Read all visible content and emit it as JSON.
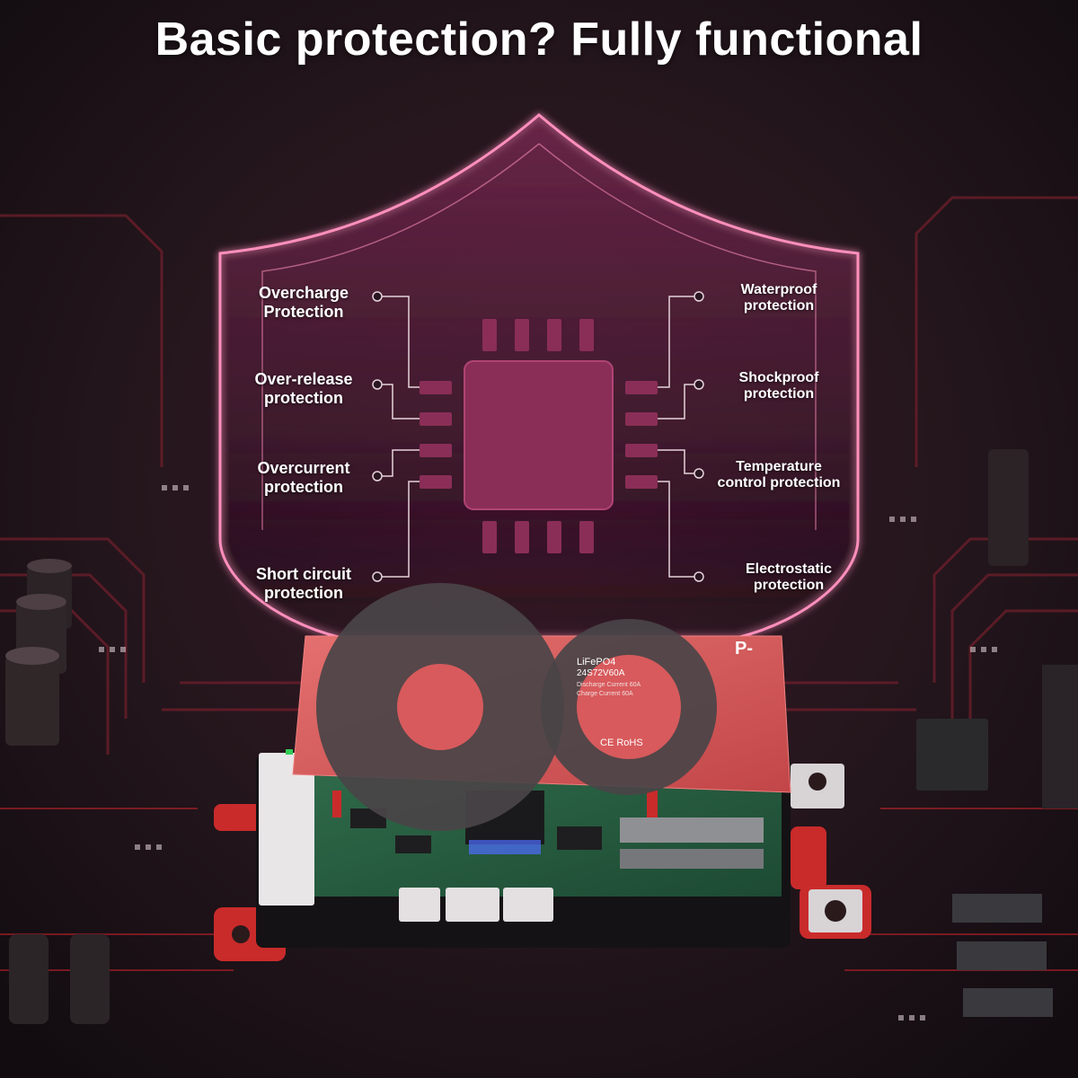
{
  "headline": "Basic protection? Fully functional",
  "features_left": [
    {
      "line1": "Overcharge",
      "line2": "Protection"
    },
    {
      "line1": "Over-release",
      "line2": "protection"
    },
    {
      "line1": "Overcurrent",
      "line2": "protection"
    },
    {
      "line1": "Short circuit",
      "line2": "protection"
    }
  ],
  "features_right": [
    {
      "line1": "Waterproof",
      "line2": "protection"
    },
    {
      "line1": "Shockproof",
      "line2": "protection"
    },
    {
      "line1": "Temperature",
      "line2": "control protection"
    },
    {
      "line1": "Electrostatic",
      "line2": "protection"
    }
  ],
  "board": {
    "cover_mark": "P-",
    "spec_line1": "LiFePO4",
    "spec_line2": "24S72V60A",
    "spec_line3": "Discharge Current 60A",
    "spec_line4": "Charge Current 60A",
    "cert_marks": "CE  RoHS"
  },
  "colors": {
    "background": "#1a1216",
    "shield_glow": "#ff6fa8",
    "chip": "#8a2e57",
    "board_cover": "#d85a5c"
  }
}
